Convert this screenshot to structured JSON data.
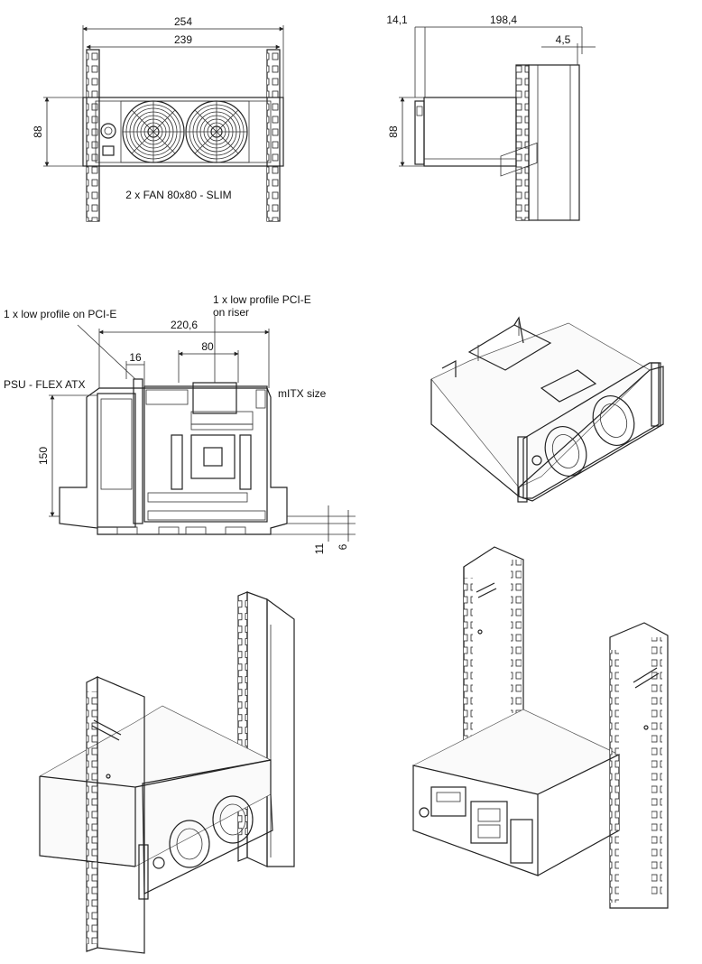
{
  "front_view": {
    "dim_outer": "254",
    "dim_inner": "239",
    "dim_height": "88",
    "fan_caption": "2 x FAN 80x80 - SLIM"
  },
  "side_view": {
    "dim_offset": "14,1",
    "dim_depth": "198,4",
    "dim_small": "4,5",
    "dim_height": "88"
  },
  "top_view": {
    "label_pcie": "1 x low profile on PCI-E",
    "label_riser_line1": "1 x low profile PCI-E",
    "label_riser_line2": "on riser",
    "label_psu": "PSU - FLEX ATX",
    "label_mitx": "mITX size",
    "dim_width": "220,6",
    "dim_riser": "80",
    "dim_pcie": "16",
    "dim_height": "150",
    "dim_11": "11",
    "dim_6": "6"
  },
  "iso_views": {
    "chassis_iso": "chassis-isometric",
    "rack_front_iso": "rack-front-isometric",
    "rack_rear_iso": "rack-rear-isometric"
  }
}
